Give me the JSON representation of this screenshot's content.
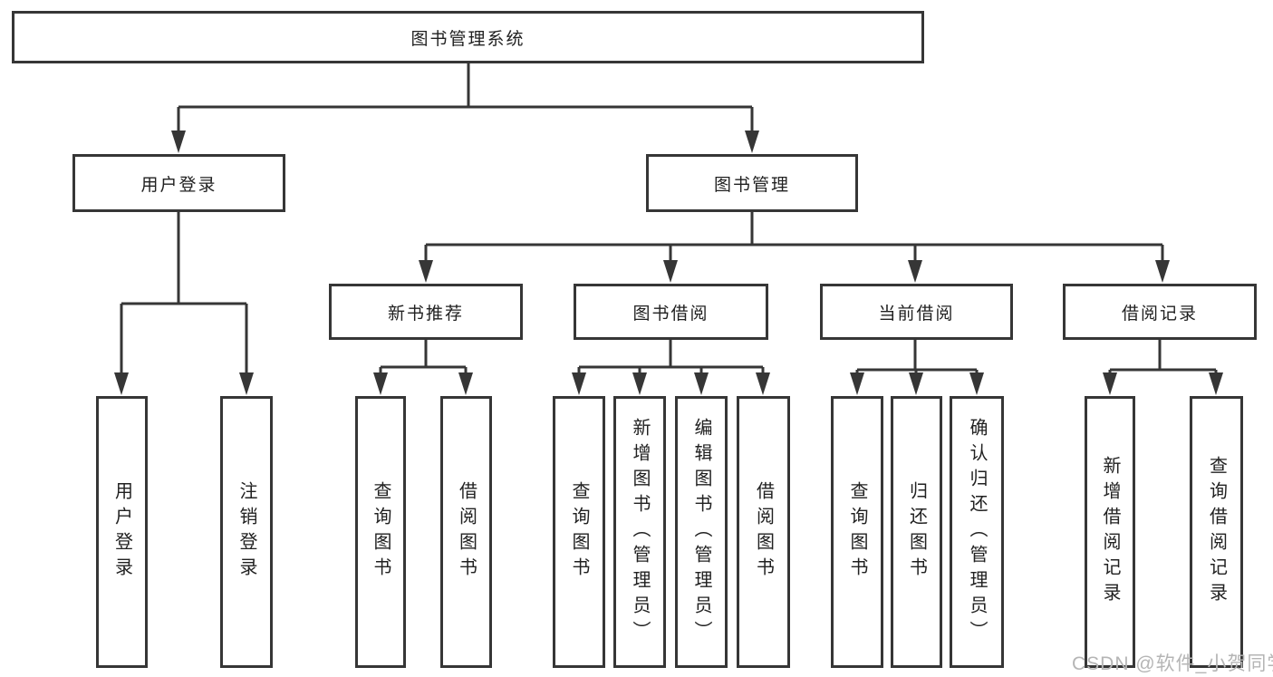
{
  "tree": {
    "root_label": "图书管理系统",
    "user_branch": {
      "label": "用户登录",
      "children": [
        "用户登录",
        "注销登录"
      ]
    },
    "book_branch": {
      "label": "图书管理",
      "groups": [
        {
          "label": "新书推荐",
          "children": [
            "查询图书",
            "借阅图书"
          ]
        },
        {
          "label": "图书借阅",
          "children": [
            "查询图书",
            "新增图书（管理员）",
            "编辑图书（管理员）",
            "借阅图书"
          ]
        },
        {
          "label": "当前借阅",
          "children": [
            "查询图书",
            "归还图书",
            "确认归还（管理员）"
          ]
        },
        {
          "label": "借阅记录",
          "children": [
            "新增借阅记录",
            "查询借阅记录"
          ]
        }
      ]
    }
  },
  "watermark": {
    "text": "CSDN @软件_小贺同学"
  },
  "colors": {
    "box_border": "#363636",
    "line": "#363636",
    "text": "#212121",
    "watermark": "#b5b5b5",
    "background": "#ffffff"
  }
}
